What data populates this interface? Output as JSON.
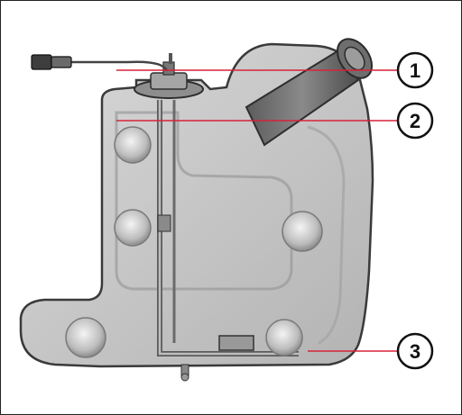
{
  "callouts": [
    {
      "number": "1"
    },
    {
      "number": "2"
    },
    {
      "number": "3"
    }
  ],
  "colors": {
    "background": "#ffffff",
    "frame": "#222222",
    "tank_fill": "#c9c9c9",
    "tank_outline": "#3a3a3a",
    "leader_line": "#d6233a",
    "callout_circle": "#111111"
  }
}
